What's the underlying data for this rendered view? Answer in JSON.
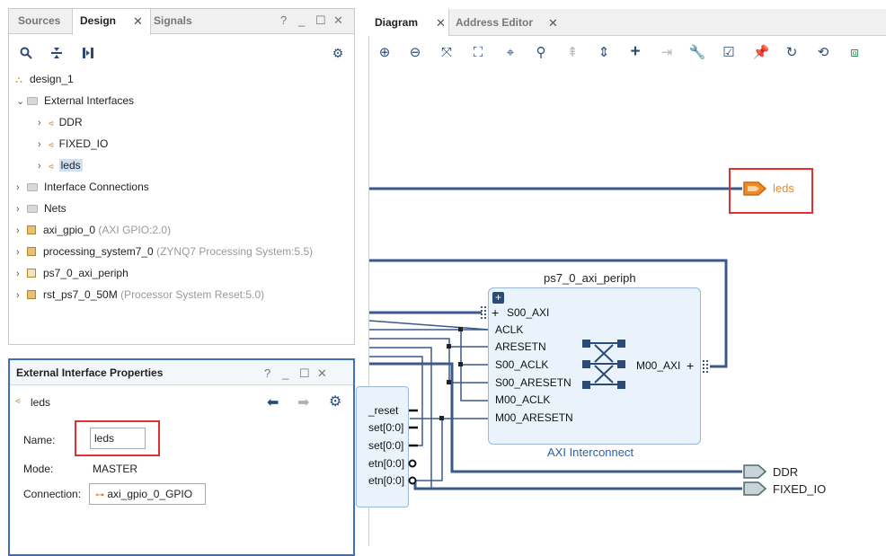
{
  "left_tabs": {
    "sources": "Sources",
    "design": "Design",
    "signals": "Signals"
  },
  "win_controls": {
    "help": "?",
    "minimize": "_",
    "restore": "☐",
    "close": "✕"
  },
  "tree": {
    "root": "design_1",
    "external_interfaces": "External Interfaces",
    "ddr": "DDR",
    "fixed_io": "FIXED_IO",
    "leds": "leds",
    "interface_connections": "Interface Connections",
    "nets": "Nets",
    "gpio_name": "axi_gpio_0",
    "gpio_detail": "(AXI GPIO:2.0)",
    "ps_name": "processing_system7_0",
    "ps_detail": "(ZYNQ7 Processing System:5.5)",
    "periph_name": "ps7_0_axi_periph",
    "rst_name": "rst_ps7_0_50M",
    "rst_detail": "(Processor System Reset:5.0)"
  },
  "properties": {
    "title": "External Interface Properties",
    "object": "leds",
    "name_label": "Name:",
    "name_value": "leds",
    "mode_label": "Mode:",
    "mode_value": "MASTER",
    "connection_label": "Connection:",
    "connection_value": "axi_gpio_0_GPIO"
  },
  "diagram_tabs": {
    "diagram": "Diagram",
    "address_editor": "Address Editor"
  },
  "diagram": {
    "ext_leds": "leds",
    "ext_ddr": "DDR",
    "ext_fixed_io": "FIXED_IO",
    "interconnect_title": "ps7_0_axi_periph",
    "interconnect_caption": "AXI Interconnect",
    "ports_left": [
      "S00_AXI",
      "ACLK",
      "ARESETN",
      "S00_ACLK",
      "S00_ARESETN",
      "M00_ACLK",
      "M00_ARESETN"
    ],
    "port_right": "M00_AXI",
    "reset_ports": [
      "_reset",
      "set[0:0]",
      "set[0:0]",
      "etn[0:0]",
      "etn[0:0]"
    ]
  },
  "colors": {
    "wire": "#3a5a8c",
    "highlight": "#e03030",
    "ext_port_orange": "#f08a24",
    "ext_port_grey": "#8fa3a8"
  }
}
